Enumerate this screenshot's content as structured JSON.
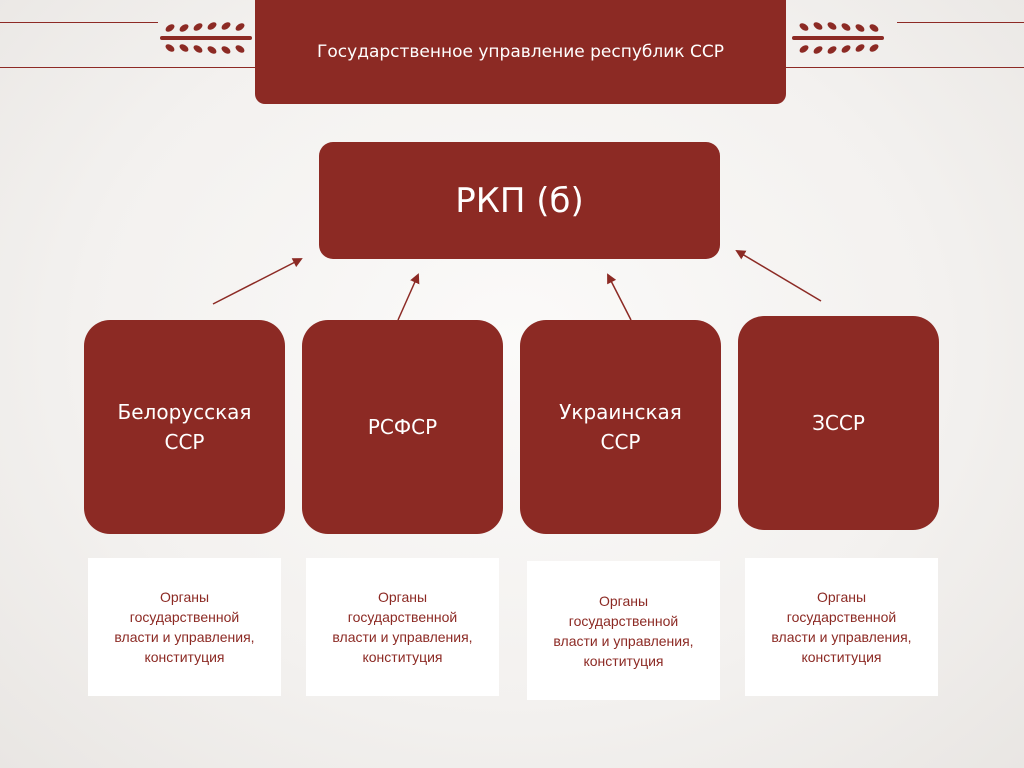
{
  "title": "Государственное управление республик ССР",
  "center": "РКП (б)",
  "republics": [
    {
      "name": "Белорусская\nССР"
    },
    {
      "name": "РСФСР"
    },
    {
      "name": "Украинская\nССР"
    },
    {
      "name": "ЗССР"
    }
  ],
  "notes": [
    {
      "lines": [
        "Органы",
        "государственной",
        "власти и управления,",
        "конституция"
      ]
    },
    {
      "lines": [
        "Органы",
        "государственной",
        "власти и управления,",
        "конституция"
      ]
    },
    {
      "lines": [
        "Органы",
        "государственной",
        "власти и управления,",
        "конституция"
      ]
    },
    {
      "lines": [
        "Органы",
        "государственной",
        "власти и управления,",
        "конституция"
      ]
    }
  ],
  "colors": {
    "accent": "#8c2a24",
    "background": "#f3f1ef",
    "note_bg": "#ffffff"
  },
  "decor": {
    "ornament": "wheat-ornament-icon"
  }
}
